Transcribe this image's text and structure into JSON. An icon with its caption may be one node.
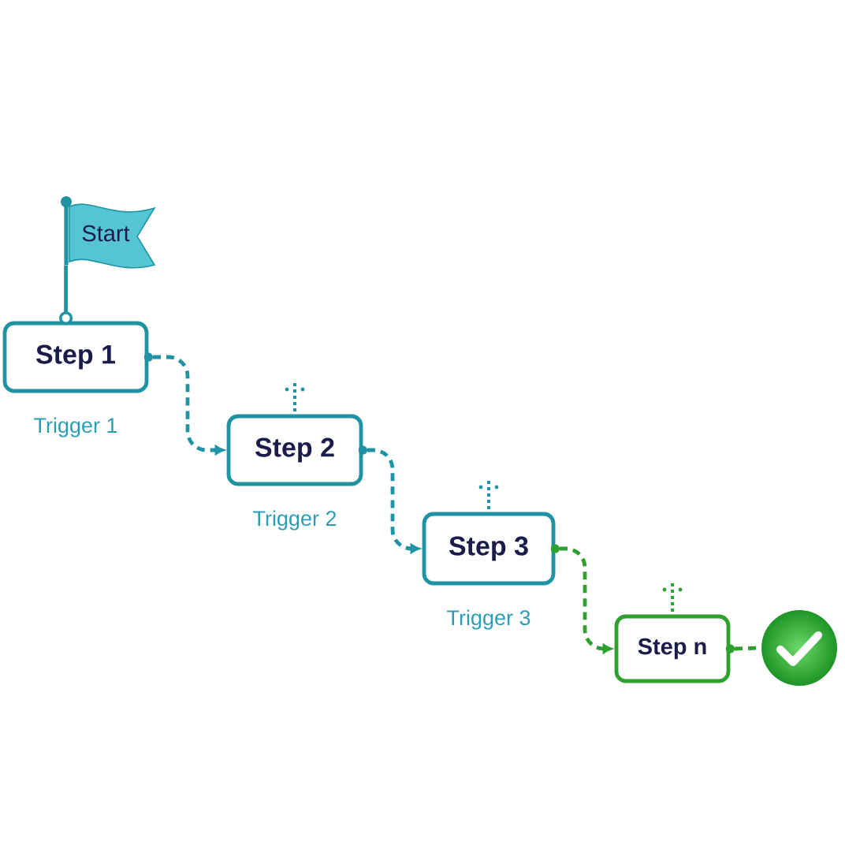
{
  "diagram": {
    "nodes": [
      {
        "text": [
          "Start"
        ]
      },
      {
        "text": [
          "Step 1"
        ],
        "beside": [
          "Trigger 1"
        ]
      },
      {
        "text": [
          "Step 2"
        ],
        "beside": [
          "Trigger 2"
        ]
      },
      {
        "text": [
          "Step 3"
        ],
        "beside": [
          "Trigger 3"
        ]
      },
      {
        "text": [
          "Step n"
        ]
      },
      {
        "text": [],
        "shape": "circle"
      }
    ],
    "edges": [
      {
        "from": 0,
        "to": 1,
        "arrow": "other"
      },
      {
        "from": 1,
        "to": 2,
        "arrow": "to",
        "style": "dashed"
      },
      {
        "from": 2,
        "to": 3,
        "arrow": "to",
        "style": "dashed"
      },
      {
        "from": 3,
        "to": 4,
        "arrow": "to",
        "style": "dashed",
        "color": "#2ea02e"
      },
      {
        "from": 4,
        "to": 5,
        "arrow": "none",
        "style": "dashed",
        "color": "#2ea02e"
      }
    ]
  }
}
